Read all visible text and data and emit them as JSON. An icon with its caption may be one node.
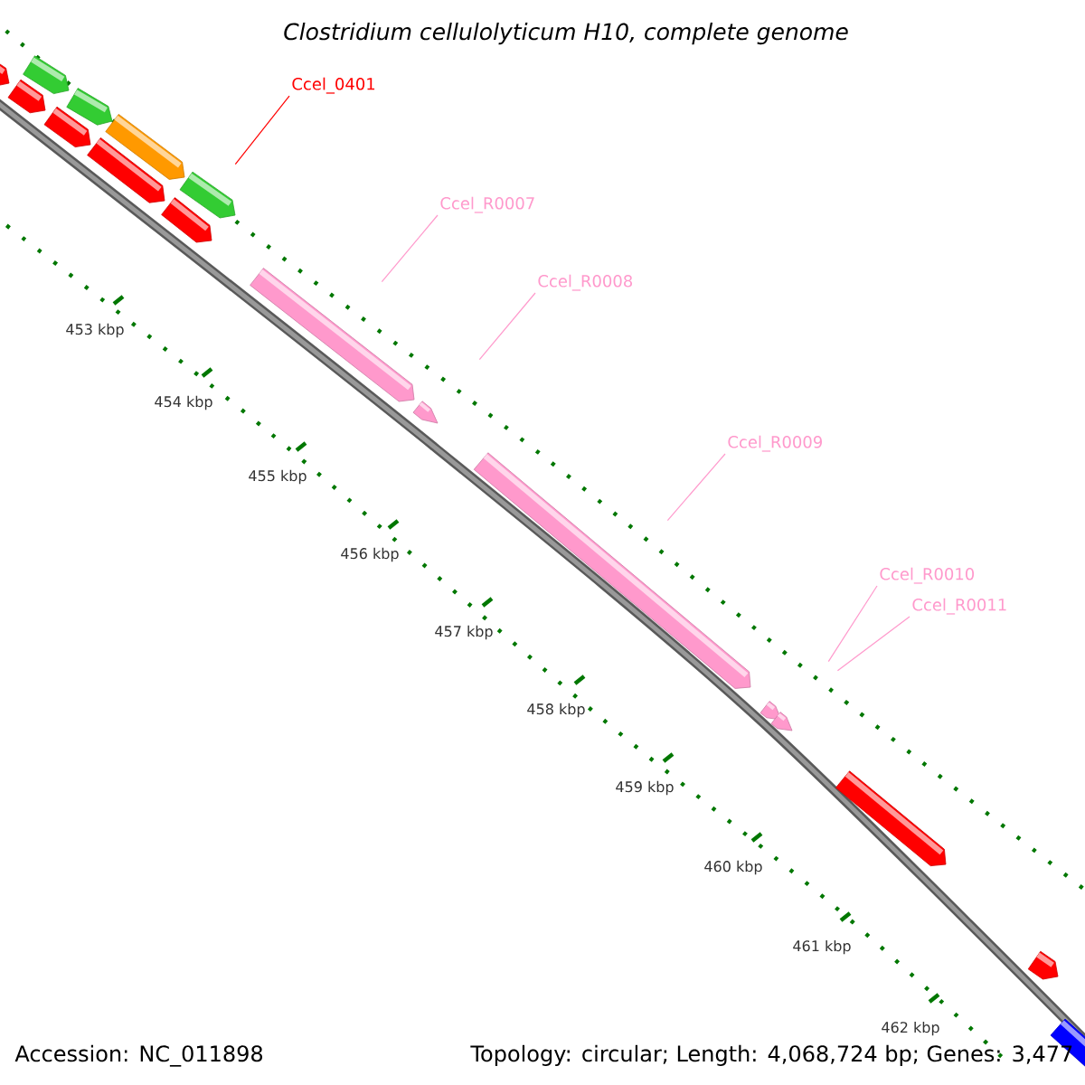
{
  "diagram": {
    "title": "Clostridium cellulolyticum H10, complete genome",
    "nodes": [
      {
        "text": [],
        "shape": "arrow"
      },
      {
        "text": [],
        "shape": "arrow"
      },
      {
        "text": [],
        "shape": "arrow"
      },
      {
        "text": [],
        "shape": "arrow"
      },
      {
        "text": [],
        "shape": "arrow"
      },
      {
        "text": [],
        "shape": "arrow"
      },
      {
        "text": [
          "Ccel_0401"
        ]
      },
      {
        "text": [],
        "shape": "arrow"
      },
      {
        "text": [],
        "shape": "arrow"
      },
      {
        "text": [],
        "shape": "arrow"
      },
      {
        "text": [
          "Ccel_R0007"
        ]
      },
      {
        "text": [],
        "shape": "arrow"
      },
      {
        "text": [
          "Ccel_R0008"
        ]
      },
      {
        "text": [],
        "shape": "arrow"
      },
      {
        "text": [
          "Ccel_R0009"
        ]
      },
      {
        "text": [],
        "shape": "arrow"
      },
      {
        "text": [
          "Ccel_R0010"
        ]
      },
      {
        "text": [],
        "shape": "arrow"
      },
      {
        "text": [
          "Ccel_R0011"
        ]
      },
      {
        "text": [],
        "shape": "arrow"
      },
      {
        "text": [],
        "shape": "arrow"
      },
      {
        "text": [],
        "shape": "arrow"
      },
      {
        "text": [],
        "shape": "arrow"
      }
    ],
    "edges": [
      {
        "from": 6,
        "to": 7,
        "arrow": "none",
        "color": "#ff0000"
      },
      {
        "from": 10,
        "to": 11,
        "arrow": "none"
      },
      {
        "from": 12,
        "to": 13,
        "arrow": "none"
      },
      {
        "from": 14,
        "to": 15,
        "arrow": "none"
      },
      {
        "from": 16,
        "to": 17,
        "arrow": "none"
      },
      {
        "from": 18,
        "to": 19,
        "arrow": "none"
      }
    ],
    "labels": [
      "453 kbp",
      "454 kbp",
      "455 kbp",
      "456 kbp",
      "457 kbp",
      "458 kbp",
      "459 kbp",
      "460 kbp",
      "461 kbp",
      "462 kbp",
      "Accession: NC_011898",
      "Topology: circular; Length: 4,068,724 bp; Genes: 3,477"
    ]
  }
}
